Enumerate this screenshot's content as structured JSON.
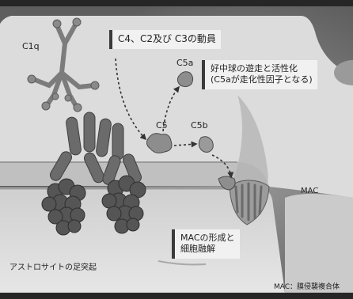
{
  "molecules": {
    "c1q": "C1q",
    "c5a": "C5a",
    "c5": "C5",
    "c5b": "C5b",
    "mac": "MAC"
  },
  "callouts": {
    "activation": "C4、C2及び C3の動員",
    "chemotaxis_line1": "好中球の遊走と活性化",
    "chemotaxis_line2": "(C5aが走化性因子となる)",
    "lysis_line1": "MACの形成と",
    "lysis_line2": "細胞融解"
  },
  "captions": {
    "cell_label": "アストロサイトの足突起",
    "abbreviation": "MAC：膜侵襲複合体"
  }
}
